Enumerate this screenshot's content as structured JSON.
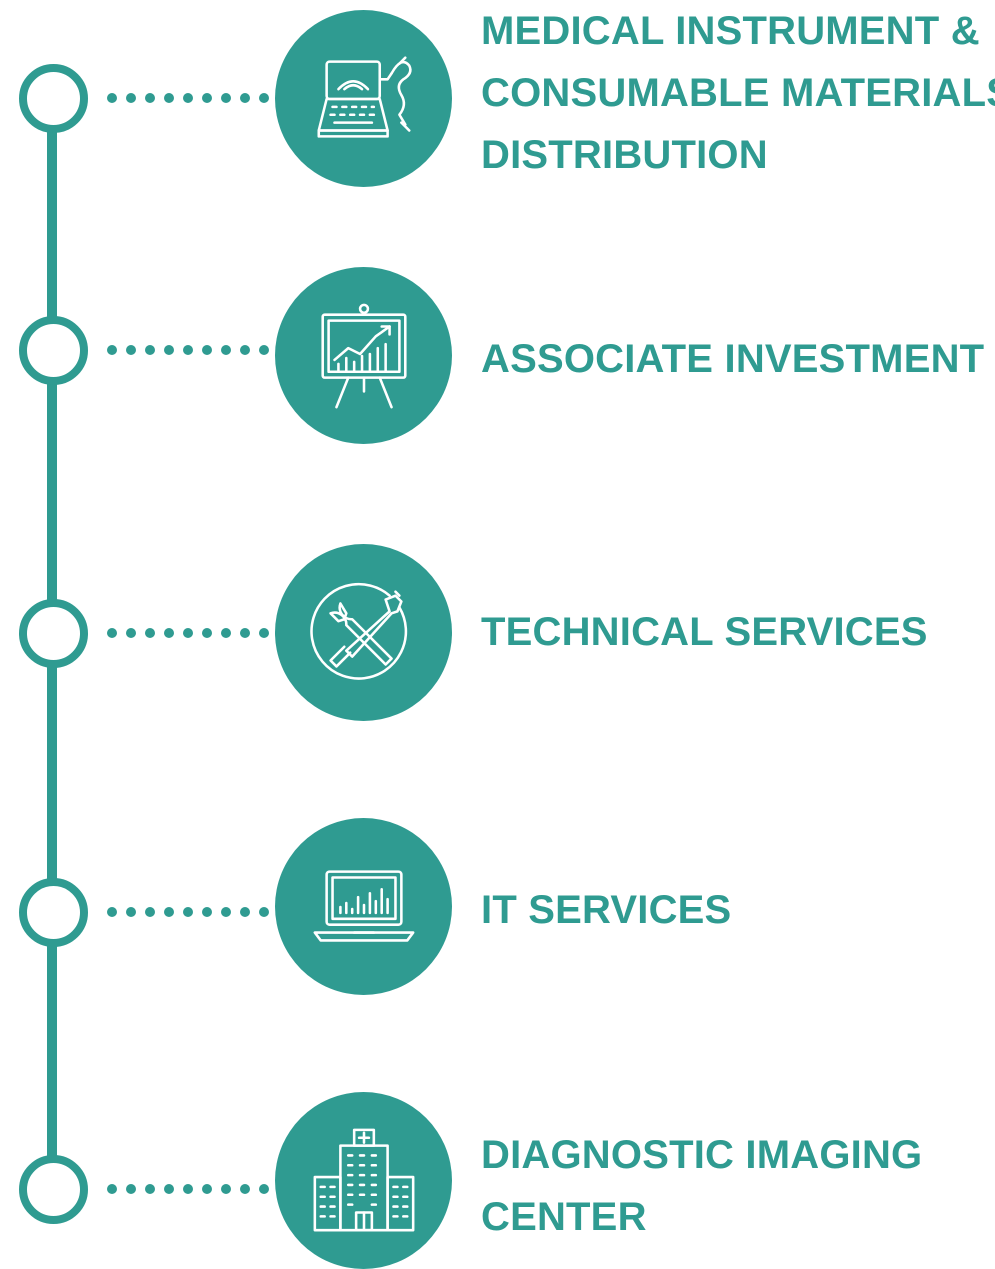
{
  "theme": {
    "accent": "#2f9b91",
    "background": "#ffffff",
    "icon_stroke": "#ffffff"
  },
  "items": [
    {
      "icon": "ultrasound-machine-icon",
      "lines": [
        "MEDICAL INSTRUMENT &",
        "CONSUMABLE MATERIALS",
        "DISTRIBUTION"
      ]
    },
    {
      "icon": "investment-chart-easel-icon",
      "lines": [
        "ASSOCIATE INVESTMENT"
      ]
    },
    {
      "icon": "wrench-screwdriver-icon",
      "lines": [
        "TECHNICAL SERVICES"
      ]
    },
    {
      "icon": "laptop-chart-icon",
      "lines": [
        "IT SERVICES"
      ]
    },
    {
      "icon": "hospital-building-icon",
      "lines": [
        "DIAGNOSTIC IMAGING",
        "CENTER"
      ]
    }
  ]
}
